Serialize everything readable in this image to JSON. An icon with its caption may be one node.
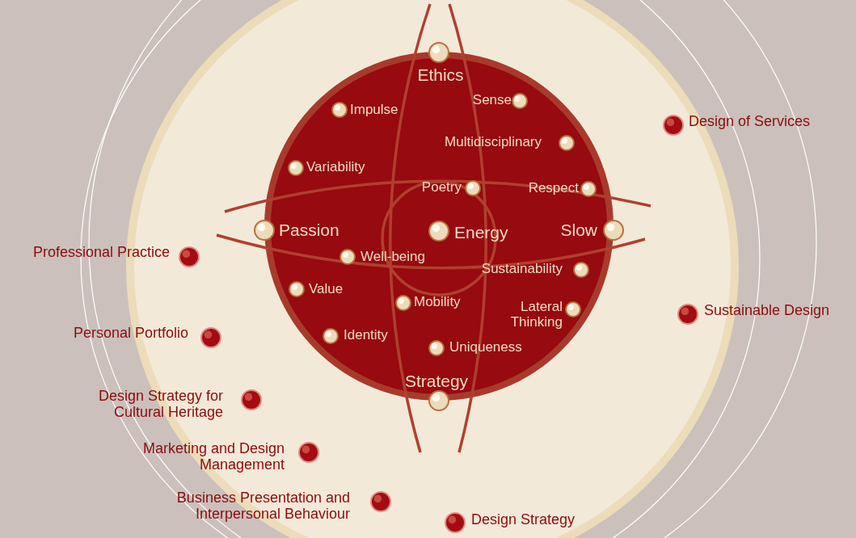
{
  "diagram": {
    "labels": [
      "Ethics",
      "Impulse",
      "Sense",
      "Multidisciplinary",
      "Variability",
      "Poetry",
      "Respect",
      "Passion",
      "Energy",
      "Slow",
      "Well-being",
      "Sustainability",
      "Value",
      "Mobility",
      "Lateral Thinking",
      "Identity",
      "Uniqueness",
      "Strategy",
      "Design of Services",
      "Professional Practice",
      "Sustainable Design",
      "Personal Portfolio",
      "Design Strategy for Cultural Heritage",
      "Marketing and Design Management",
      "Business Presentation and Interpersonal Behaviour",
      "Design Strategy"
    ]
  }
}
